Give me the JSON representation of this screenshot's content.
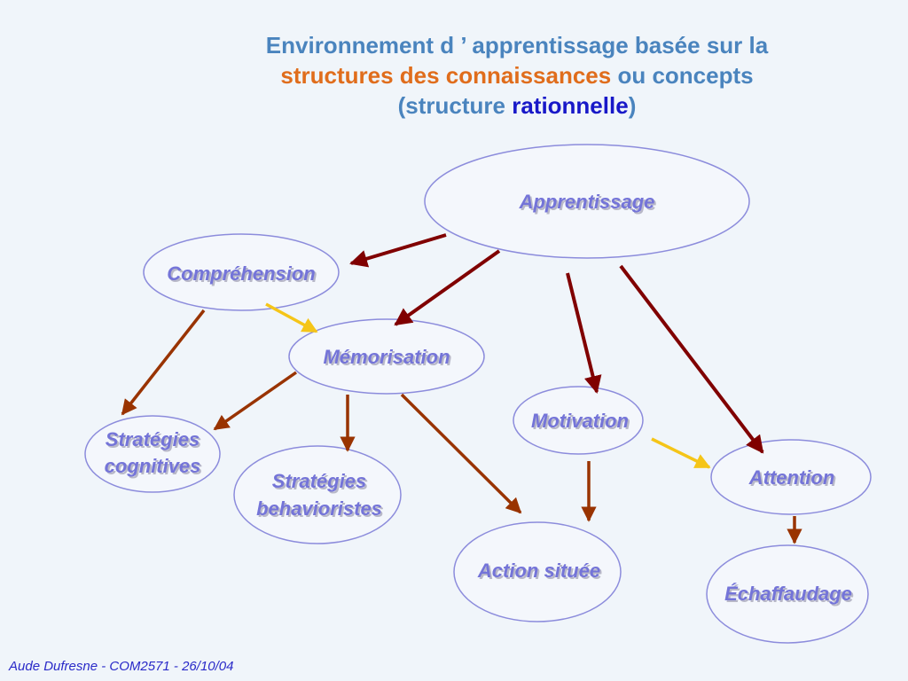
{
  "title": {
    "line1": "Environnement d ’ apprentissage basée sur la",
    "line2_part1": "structures des connaissances",
    "line2_part2": " ou concepts",
    "line3_part1": "(structure ",
    "line3_part2": "rationnelle",
    "line3_part3": ")"
  },
  "nodes": {
    "apprentissage": "Apprentissage",
    "comprehension": "Compréhension",
    "memorisation": "Mémorisation",
    "motivation": "Motivation",
    "attention": "Attention",
    "strategies_cognitives_1": "Stratégies",
    "strategies_cognitives_2": "cognitives",
    "strategies_behavioristes_1": "Stratégies",
    "strategies_behavioristes_2": "behavioristes",
    "action_situee": "Action située",
    "echaffaudage": "Échaffaudage"
  },
  "colors": {
    "primary_arrow": "#800000",
    "secondary_arrow": "#993300",
    "yellow_arrow": "#f5c518",
    "node_border": "#8c8cdc",
    "node_text": "#7474d8"
  },
  "footer": "Aude Dufresne - COM2571 - 26/10/04"
}
